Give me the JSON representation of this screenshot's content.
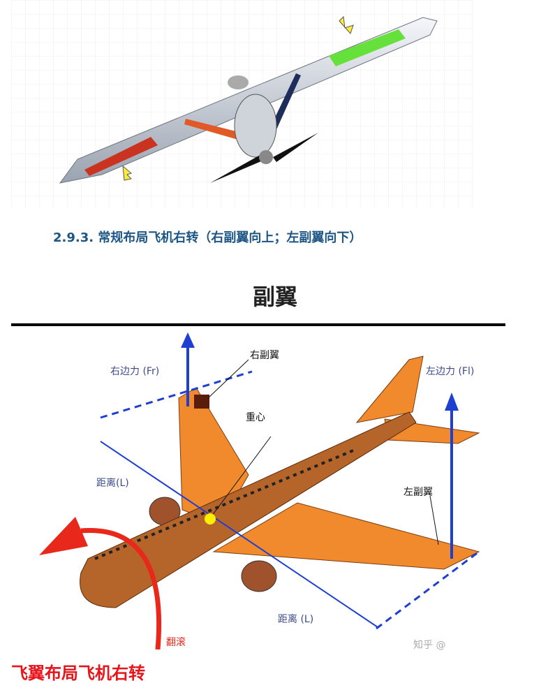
{
  "top_caption": "2.9.3. 常规布局飞机右转（右副翼向上；左副翼向下）",
  "figure_title": "副翼",
  "labels": {
    "right_force": "右边力 (Fr)",
    "right_aileron": "右副翼",
    "center_of_gravity": "重心",
    "left_force": "左边力 (Fl)",
    "distance_left": "距离(L)",
    "left_aileron": "左副翼",
    "distance_bottom": "距离 (L)",
    "roll": "翻滚"
  },
  "watermark": "知乎 @",
  "bottom_caption": "飞翼布局飞机右转",
  "colors": {
    "caption": "#1d5685",
    "bottom": "#e8141b",
    "airplane": "#f08a2c",
    "force_arrow": "#1f3fd0"
  }
}
